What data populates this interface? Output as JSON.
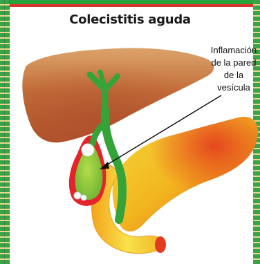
{
  "title": "Colecistitis aguda",
  "label_lines": [
    "Inflamación",
    "de la pared",
    "de la",
    "vesícula"
  ],
  "colors": {
    "liver": "#c9733f",
    "gallbladder_wall": "#e4242b",
    "gallbladder": "#8cc63f",
    "bile_ducts": "#35a438",
    "pancreas": "#f3c21f",
    "duodenum": "#f7d23a",
    "border_green": "#3aa24a",
    "border_red": "#d9332c"
  }
}
